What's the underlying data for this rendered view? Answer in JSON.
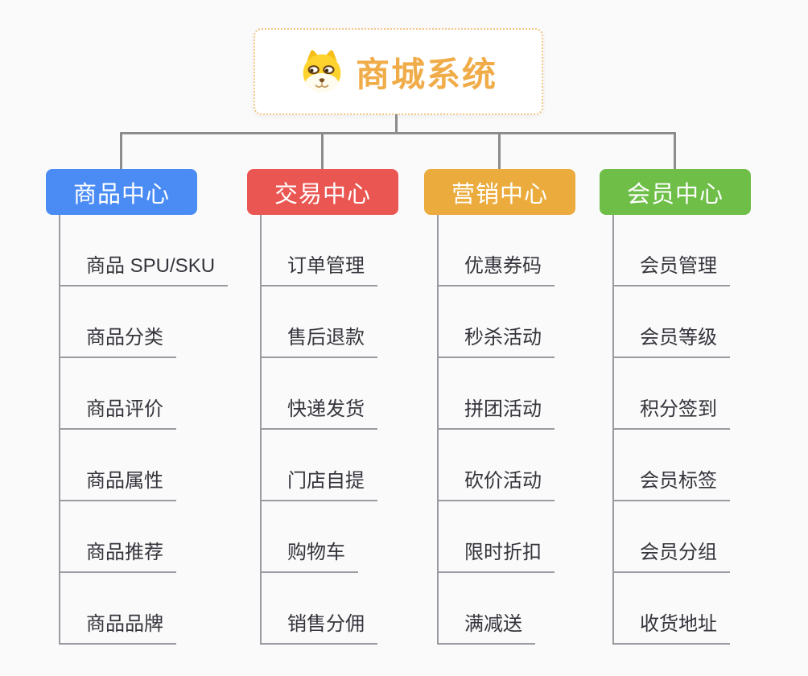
{
  "root": {
    "title": "商城系统",
    "icon": "doge-icon",
    "accent_color": "#F0AC49",
    "border_color": "#F5C584"
  },
  "connector_color": "#8C8C8C",
  "underline_color": "#9A9AA0",
  "branches": [
    {
      "label": "商品中心",
      "color": "#4A8CF4",
      "items": [
        "商品 SPU/SKU",
        "商品分类",
        "商品评价",
        "商品属性",
        "商品推荐",
        "商品品牌"
      ]
    },
    {
      "label": "交易中心",
      "color": "#EA5752",
      "items": [
        "订单管理",
        "售后退款",
        "快递发货",
        "门店自提",
        "购物车",
        "销售分佣"
      ]
    },
    {
      "label": "营销中心",
      "color": "#EBAB3D",
      "items": [
        "优惠券码",
        "秒杀活动",
        "拼团活动",
        "砍价活动",
        "限时折扣",
        "满减送"
      ]
    },
    {
      "label": "会员中心",
      "color": "#6EBE48",
      "items": [
        "会员管理",
        "会员等级",
        "积分签到",
        "会员标签",
        "会员分组",
        "收货地址"
      ]
    }
  ]
}
